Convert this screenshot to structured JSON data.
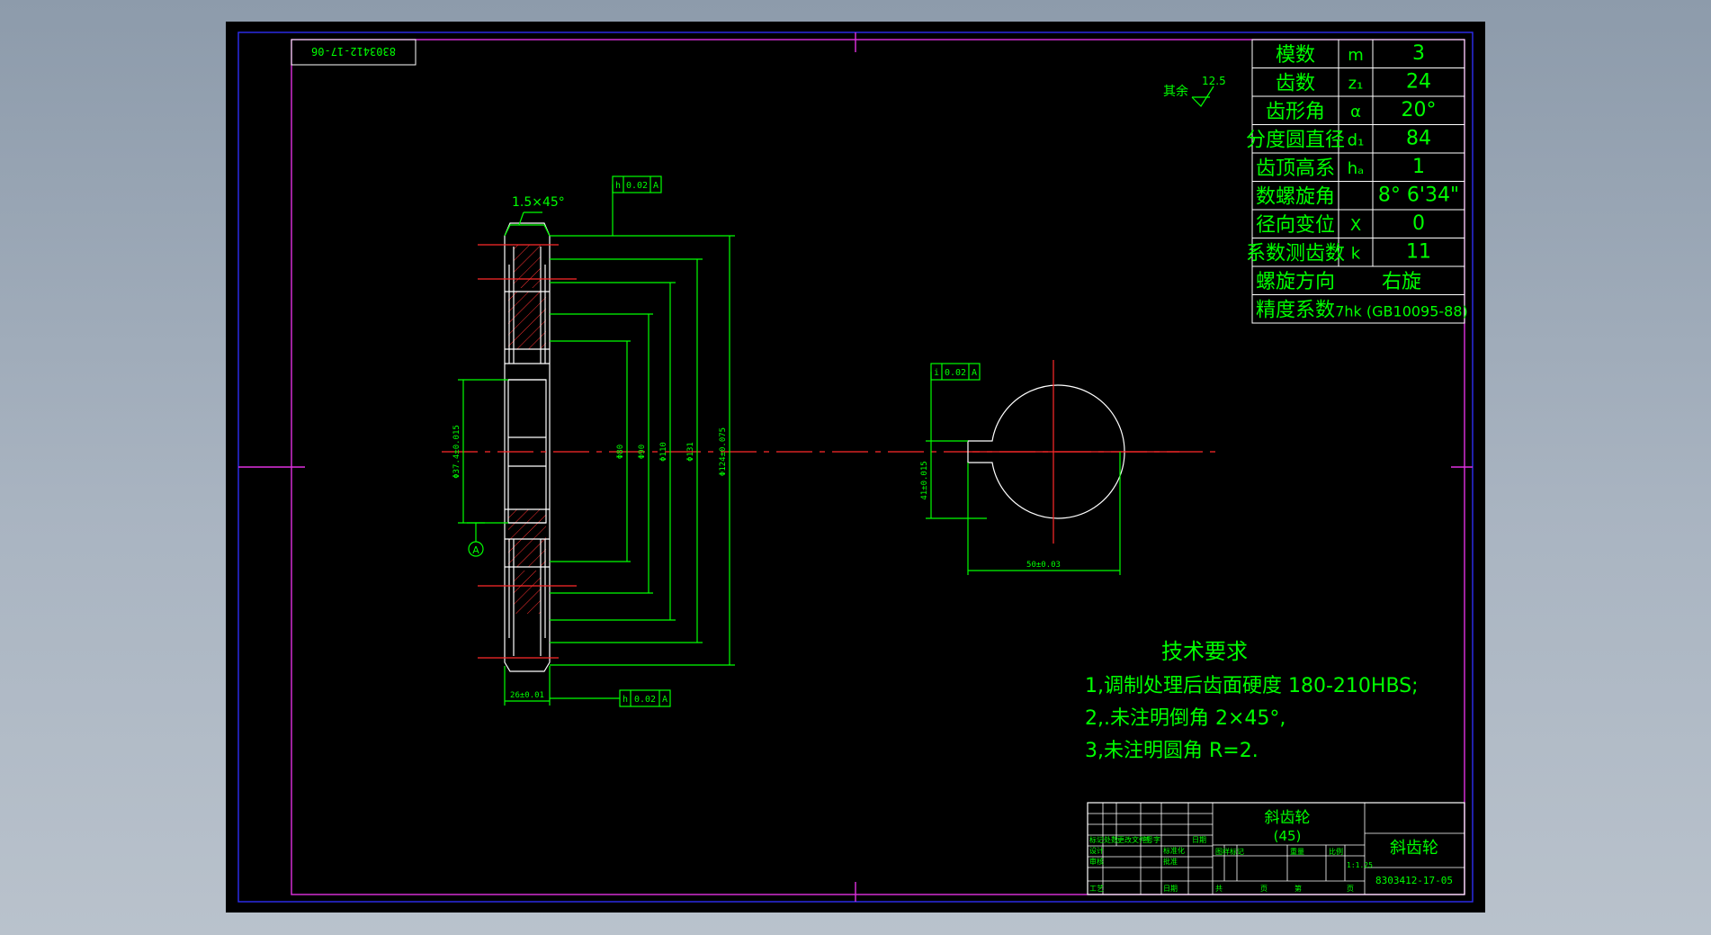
{
  "drawing": {
    "part_number_stamp": "8303412-17-06",
    "surface_symbol": {
      "label": "其余",
      "value": "12.5"
    },
    "chamfer_label": "1.5×45°",
    "fcf_top": {
      "sym": "h",
      "tol": "0.02",
      "datum": "A"
    },
    "fcf_bottom": {
      "sym": "h",
      "tol": "0.02",
      "datum": "A"
    },
    "fcf_keyway": {
      "sym": "i",
      "tol": "0.02",
      "datum": "A"
    },
    "datum_label": "A",
    "dims": {
      "bore": "Φ37.4±0.015",
      "d1": "Φ80",
      "d2": "Φ90",
      "d3": "Φ110",
      "d4": "Φ131",
      "d5": "Φ124±0.075",
      "width": "26±0.01",
      "key_height": "41±0.015",
      "key_width": "50±0.03"
    }
  },
  "params": [
    {
      "name": "模数",
      "sym": "m",
      "val": "3"
    },
    {
      "name": "齿数",
      "sym": "z₁",
      "val": "24"
    },
    {
      "name": "齿形角",
      "sym": "α",
      "val": "20°"
    },
    {
      "name": "分度圆直径",
      "sym": "d₁",
      "val": "84"
    },
    {
      "name": "齿顶高系",
      "sym": "hₐ",
      "val": "1"
    },
    {
      "name": "数螺旋角",
      "sym": "",
      "val": "8° 6'34\""
    },
    {
      "name": "径向变位",
      "sym": "X",
      "val": "0"
    },
    {
      "name": "系数测齿数",
      "sym": "k",
      "val": "11"
    },
    {
      "name": "螺旋方向",
      "sym": "",
      "val": "右旋"
    },
    {
      "name": "精度系数",
      "sym": "",
      "val": "7hk (GB10095-88)"
    }
  ],
  "tech": {
    "title": "技术要求",
    "items": [
      "1,调制处理后齿面硬度 180-210HBS;",
      "2,.未注明倒角 2×45°,",
      "3,未注明圆角 R=2."
    ]
  },
  "titleblock": {
    "part_name": "斜齿轮",
    "material": "(45)",
    "title_right": "斜齿轮",
    "drawing_no": "8303412-17-05",
    "scale": "1:1.25",
    "row_labels": [
      "标记",
      "处数",
      "更改文件号",
      "签",
      "字",
      "日期"
    ],
    "roles": [
      "设计",
      "审核",
      "工艺",
      "标准化",
      "批准",
      "日期"
    ],
    "stage_labels": [
      "图样标记",
      "重量",
      "比例"
    ],
    "sheet_labels": [
      "共",
      "页",
      "第",
      "页"
    ]
  }
}
